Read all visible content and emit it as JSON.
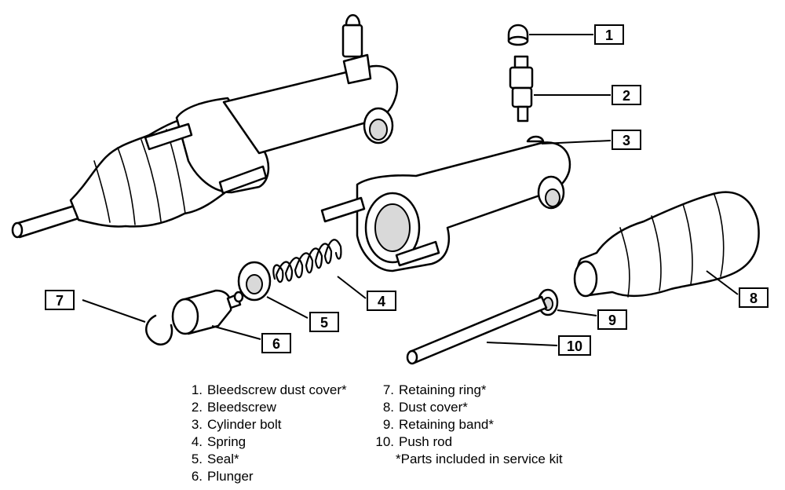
{
  "callouts": [
    "1",
    "2",
    "3",
    "4",
    "5",
    "6",
    "7",
    "8",
    "9",
    "10"
  ],
  "legend": {
    "left": [
      {
        "n": "1.",
        "t": "Bleedscrew dust cover*"
      },
      {
        "n": "2.",
        "t": "Bleedscrew"
      },
      {
        "n": "3.",
        "t": "Cylinder bolt"
      },
      {
        "n": "4.",
        "t": "Spring"
      },
      {
        "n": "5.",
        "t": "Seal*"
      },
      {
        "n": "6.",
        "t": "Plunger"
      }
    ],
    "right": [
      {
        "n": "7.",
        "t": "Retaining ring*"
      },
      {
        "n": "8.",
        "t": "Dust cover*"
      },
      {
        "n": "9.",
        "t": "Retaining band*"
      },
      {
        "n": "10.",
        "t": "Push rod"
      }
    ],
    "footnote": "*Parts included in service kit"
  }
}
